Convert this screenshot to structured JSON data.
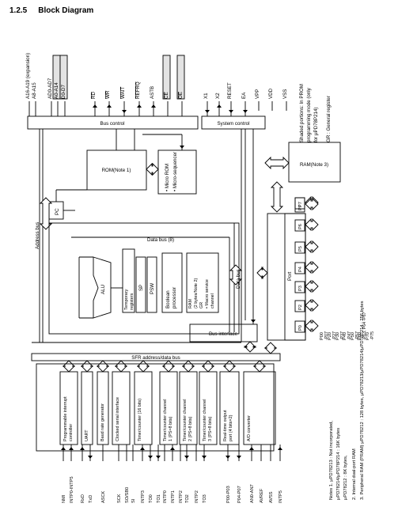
{
  "section": {
    "number": "1.2.5",
    "title": "Block Diagram"
  },
  "top_signals": [
    "A16-A19 (expansion)",
    "A8-A15",
    "AD0-AD7",
    "A0-A14",
    "D0-D7",
    "RD",
    "WR",
    "WAIT",
    "REFRQ",
    "ASTB",
    "CE",
    "OE",
    "X1",
    "X2",
    "RESET",
    "EA",
    "VPP",
    "VDD",
    "VSS"
  ],
  "side_notes": {
    "shaded": "Shaded portions: In PROM programming mode (only for μPD78P214)",
    "gr": "GR : General register"
  },
  "blocks": {
    "bus_control": "Bus control",
    "system_control": "System control",
    "rom": "ROM(Note 1)",
    "ram_top": "RAM(Note 3)",
    "micro_rom": "• Micro ROM",
    "micro_seq": "• Micro-sequencer",
    "pc": "PC",
    "address_bus": "Address bus",
    "data_bus_8": "Data bus (8)",
    "data_bus": "Data bus",
    "alu": "ALU",
    "temp_reg": "Temporary registers",
    "sp": "SP",
    "psw": "PSW",
    "boolean": "Boolean processor",
    "ram_inner": "RAM (2 bytes/Note 2) GR • Macro service channel",
    "bus_interface": "Bus interface",
    "port": "Port",
    "sfr_bus": "SFR address/data bus"
  },
  "port_labels": [
    "P0",
    "P2",
    "P3",
    "P4",
    "P5",
    "P6",
    "P7"
  ],
  "port_pins": [
    "P00 -P07",
    "P20 -P27",
    "P30 -P37",
    "P40 -P47",
    "P50 -P57",
    "P60 -P63, P64 -P67",
    "P70 -P75"
  ],
  "peripherals": [
    "Programmable interrupt controller",
    "UART",
    "Baud rate generator",
    "Clocked serial interface",
    "Timer/counter (16 bits)",
    "Timer/counter channel 1 (PS=8 bits)",
    "Timer/counter channel 2 (PS=8 bits)",
    "Timer/counter channel 3 (PS=8 bits)",
    "Real-time output port (4 bits×2)",
    "A/D converter"
  ],
  "bottom_pins": [
    "NMI",
    "INTP0-INTP5",
    "RxD",
    "TxD",
    "ASCK",
    "SCK",
    "SO/SB0",
    "SI",
    "INTP3",
    "TO0",
    "TO1",
    "INTP0",
    "INTP1",
    "INTP2",
    "TO2",
    "INTP2",
    "TO3",
    "P00-P03",
    "P04-P07",
    "AN0-AN7",
    "AVREF",
    "AVSS",
    "INTP5"
  ],
  "notes": [
    "Notes 1. μPD78213 : Not incorporated,",
    "μPD78214/μPD78P214 : 16K bytes",
    "μPD78212 : 8K bytes,",
    "2. Internal dual-port RAM",
    "3. Peripheral RAM (PRAM) μPD78212 : 128 bytes, μPD78213/μPD78214/μPD78P214 : 256 bytes"
  ]
}
